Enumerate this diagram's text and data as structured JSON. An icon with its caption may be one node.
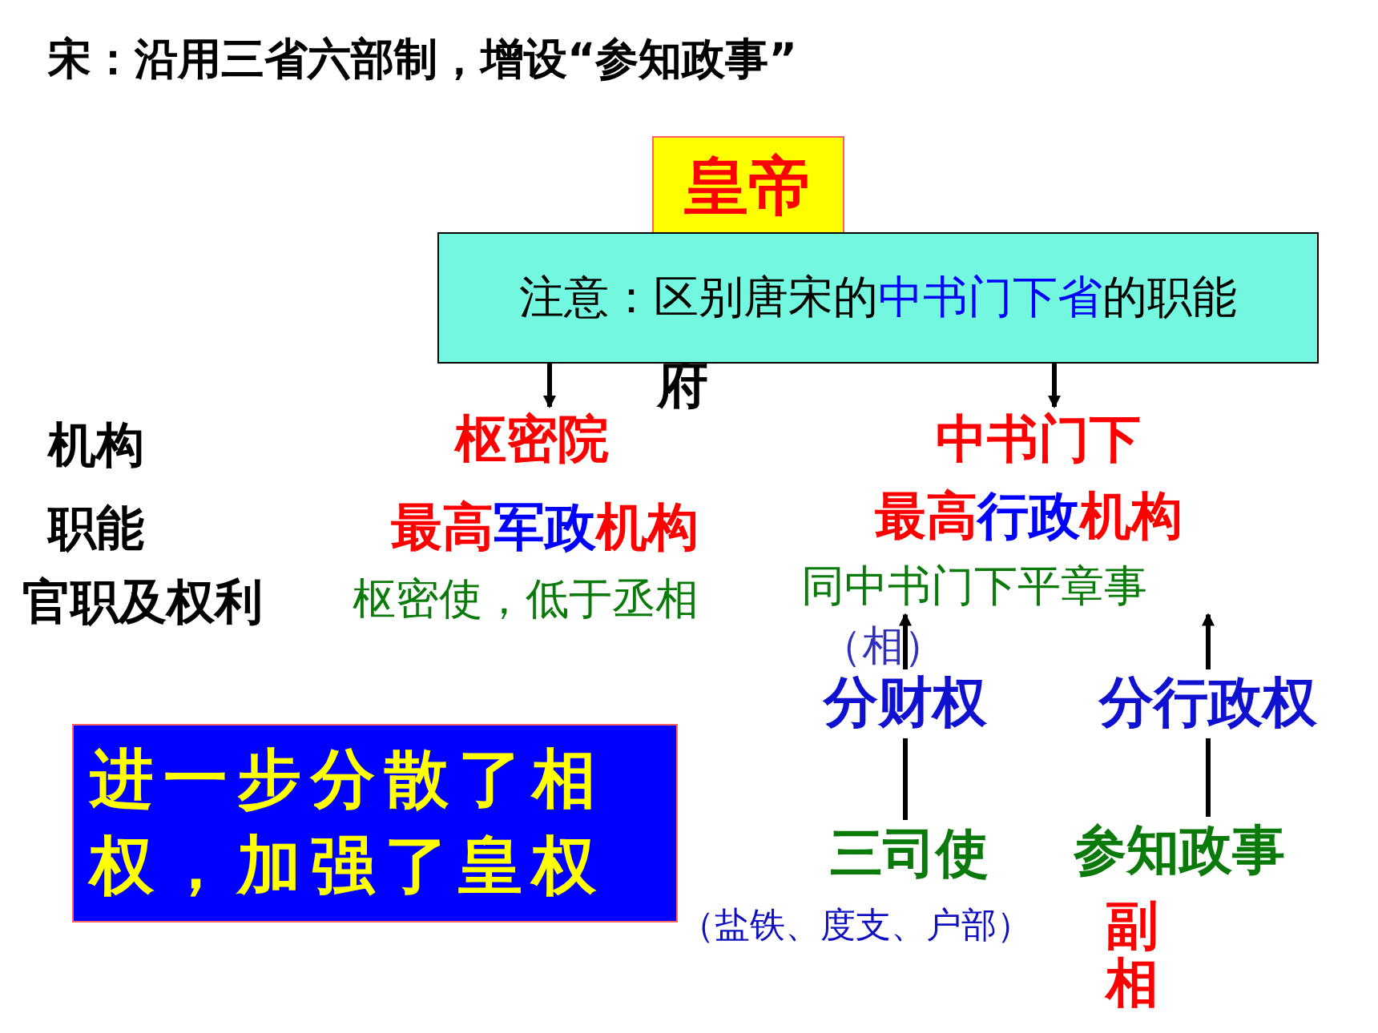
{
  "diagram": {
    "title": "宋：沿用三省六部制，增设“参知政事”",
    "nodes": [
      {
        "text": [
          "皇帝"
        ]
      },
      {
        "text": [
          "注意：区别唐宋的",
          "中书门下省",
          "的职能"
        ]
      },
      {
        "text": [
          "枢密院"
        ]
      },
      {
        "text": [
          "中书门下"
        ]
      },
      {
        "text": [
          "同中书门下平章事"
        ],
        "beside": [
          "（相）"
        ]
      },
      {
        "text": [
          "三司使"
        ],
        "beside": [
          "（盐铁、度支、户部）"
        ]
      },
      {
        "text": [
          "参知政事"
        ],
        "beside": [
          "副相"
        ]
      },
      {
        "text": [
          "进一步分散了相权，加强了皇权"
        ]
      }
    ],
    "edges": [
      {
        "from": 1,
        "to": 2,
        "arrow": "to"
      },
      {
        "from": 1,
        "to": 3,
        "arrow": "to"
      },
      {
        "from": 5,
        "to": 4,
        "arrow": "to",
        "label": "分财权"
      },
      {
        "from": 6,
        "to": 4,
        "arrow": "to",
        "label": "分行政权"
      }
    ],
    "labels": [
      "府",
      "机构",
      "职能",
      "官职及权利",
      "最高",
      "军政",
      "机构",
      "最高",
      "行政",
      "机构",
      "枢密使，低于丞相"
    ]
  }
}
